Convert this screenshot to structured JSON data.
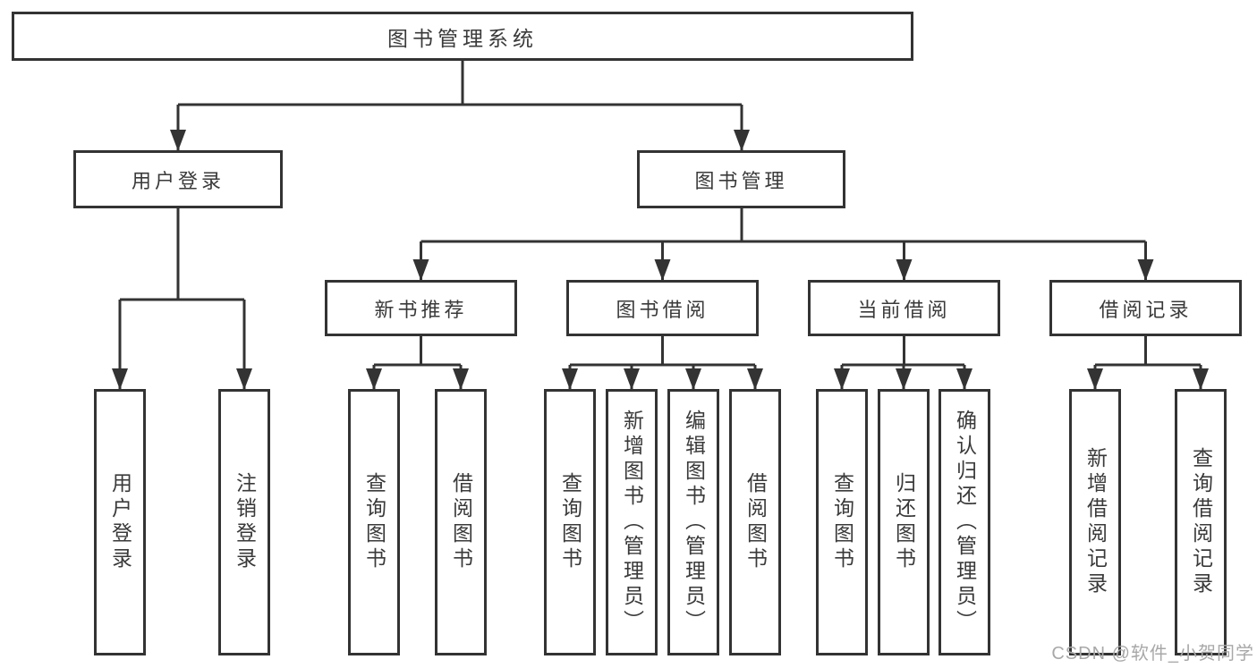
{
  "diagram": {
    "root": "图书管理系统",
    "branches": [
      {
        "label": "用户登录",
        "children": [
          "用户登录",
          "注销登录"
        ]
      },
      {
        "label": "图书管理",
        "sections": [
          {
            "label": "新书推荐",
            "children": [
              "查询图书",
              "借阅图书"
            ]
          },
          {
            "label": "图书借阅",
            "children": [
              "查询图书",
              "新增图书（管理员）",
              "编辑图书（管理员）",
              "借阅图书"
            ]
          },
          {
            "label": "当前借阅",
            "children": [
              "查询图书",
              "归还图书",
              "确认归还（管理员）"
            ]
          },
          {
            "label": "借阅记录",
            "children": [
              "新增借阅记录",
              "查询借阅记录"
            ]
          }
        ]
      }
    ]
  },
  "watermark": "CSDN @软件_小贺同学",
  "colors": {
    "line": "#333333",
    "text": "#3a3a3a",
    "background": "#ffffff",
    "watermark": "#a8a8a8"
  }
}
